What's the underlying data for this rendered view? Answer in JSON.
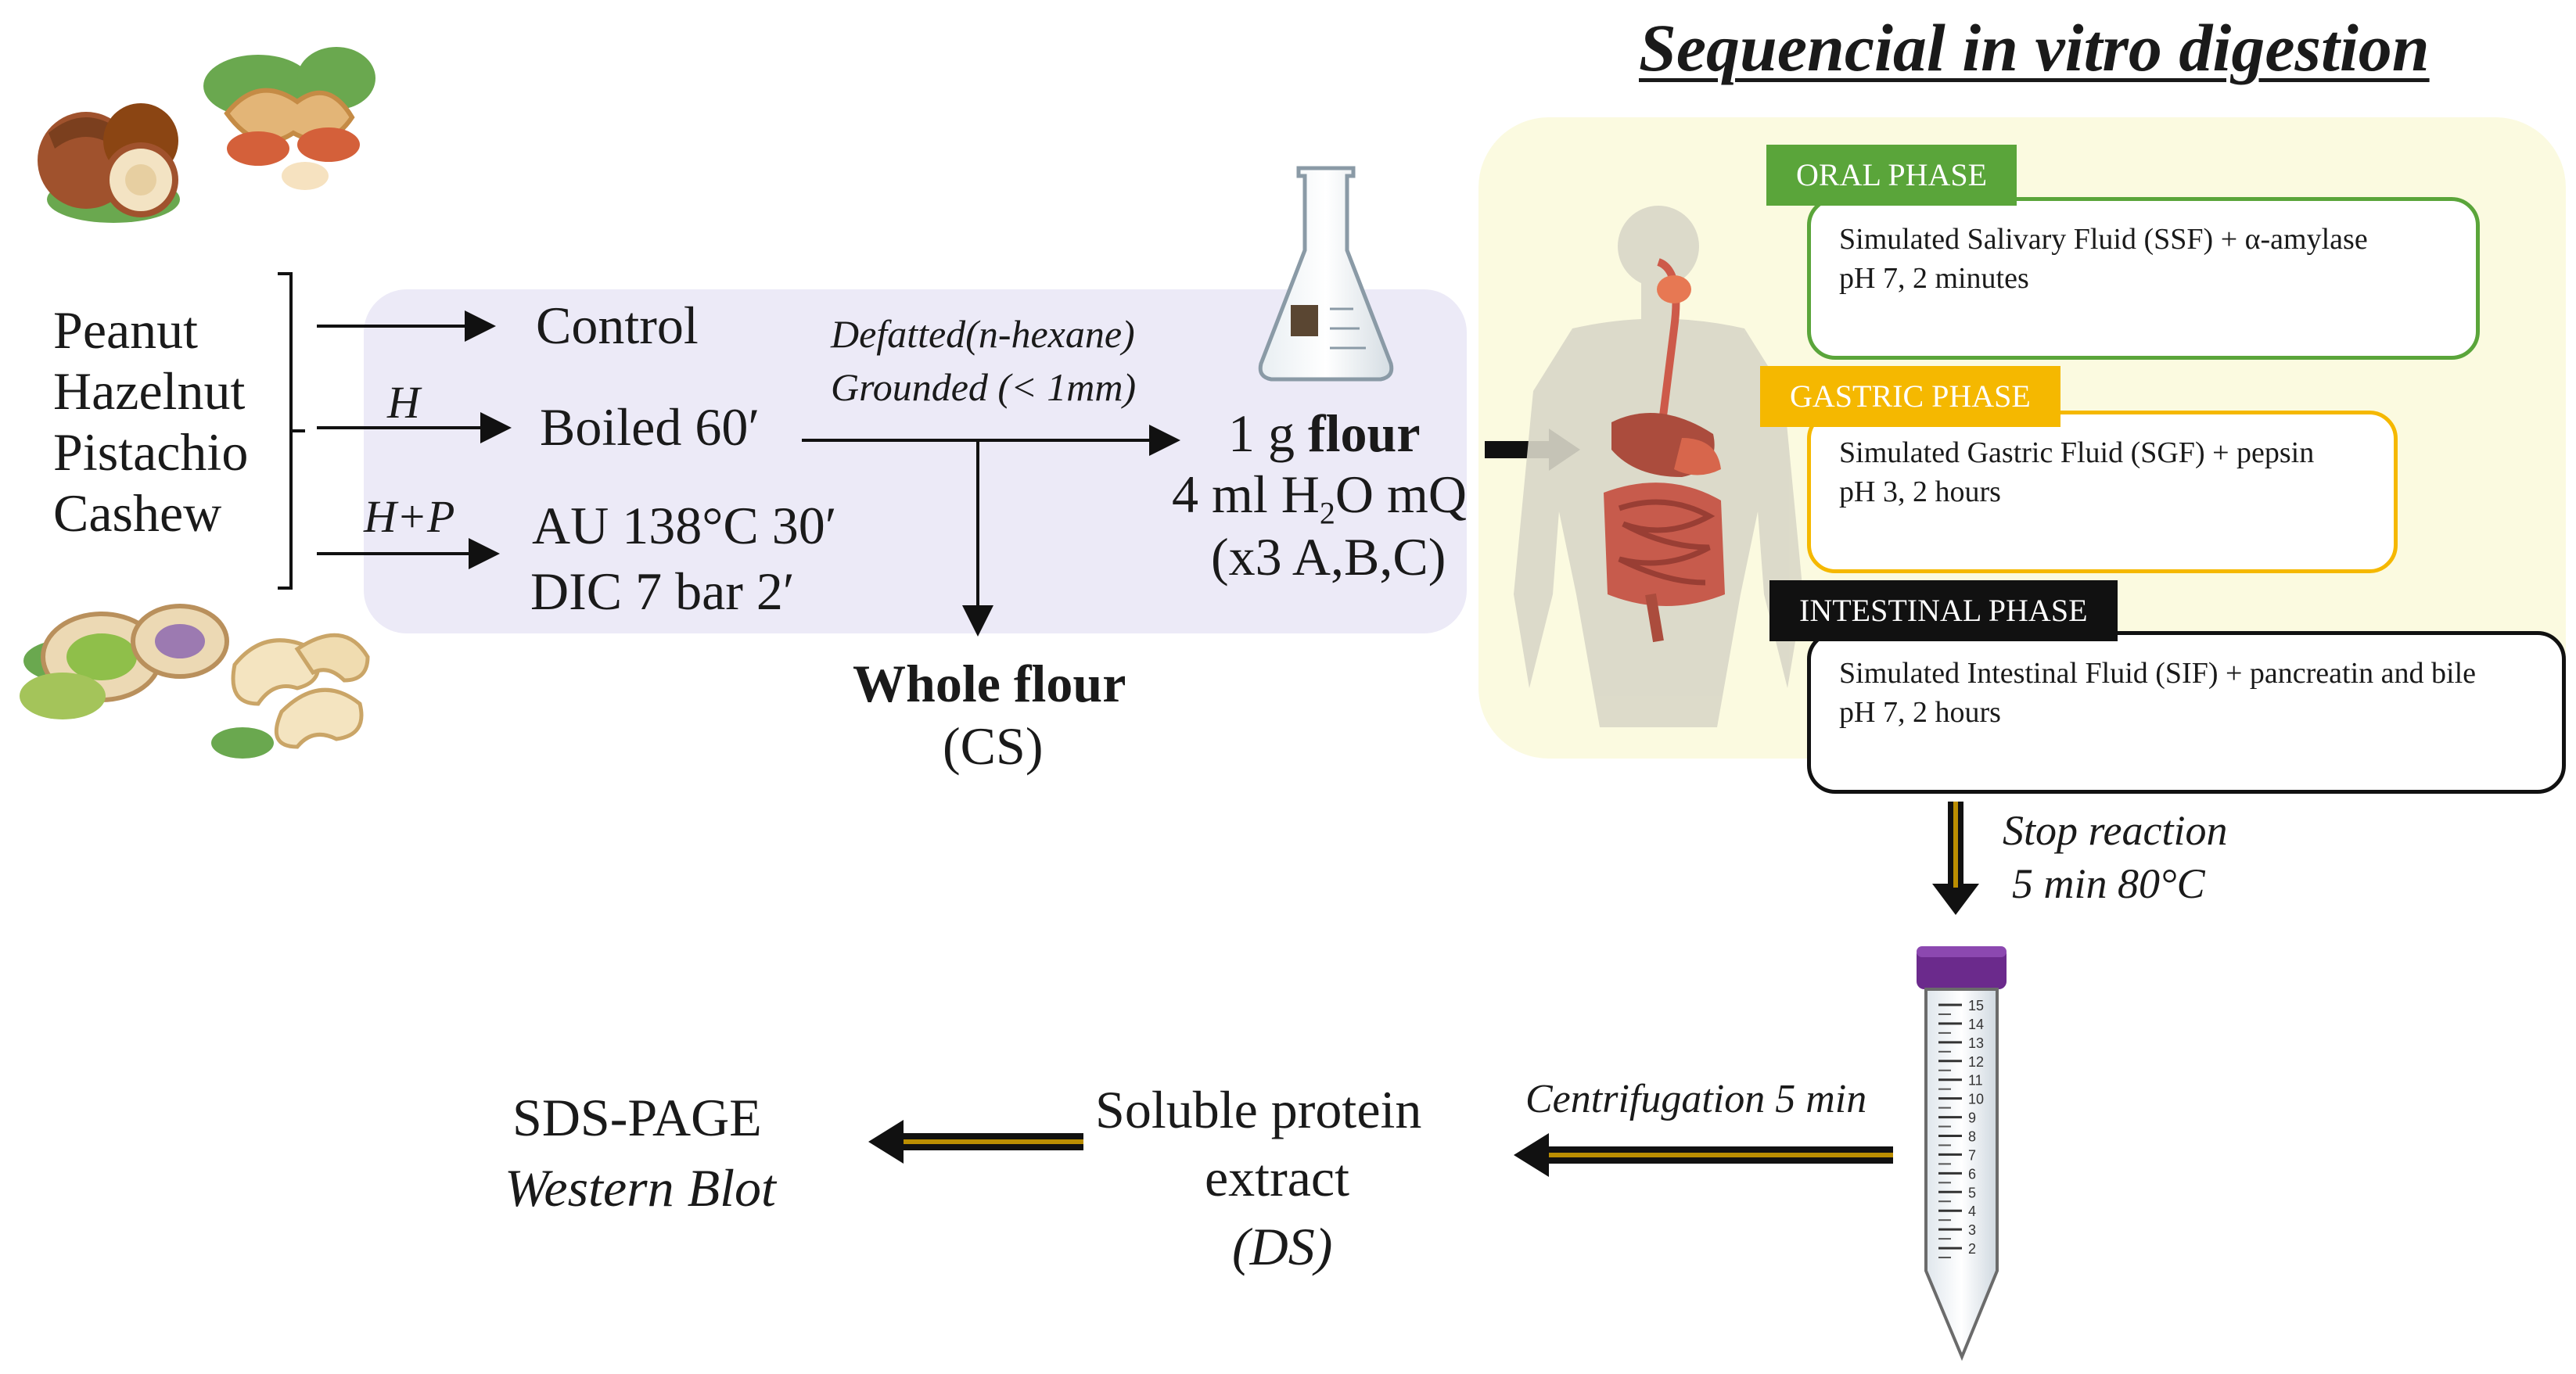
{
  "title": "Sequencial in vitro digestion",
  "nuts": [
    "Peanut",
    "Hazelnut",
    "Pistachio",
    "Cashew"
  ],
  "treatments": {
    "control": "Control",
    "h_label": "H",
    "boiled": "Boiled 60′",
    "hp_label": "H+P",
    "au": "AU 138°C 30′",
    "dic": "DIC 7 bar 2′"
  },
  "process_note": [
    "Defatted(n-hexane)",
    "Grounded (< 1mm)"
  ],
  "whole_flour": {
    "line1": "Whole flour",
    "line2": "(CS)"
  },
  "sample": {
    "amount": "1 g",
    "flour": "flour",
    "water_pre": "4 ml H",
    "water_sub": "2",
    "water_post": "O mQ",
    "replicates": "(x3 A,B,C)"
  },
  "phases": [
    {
      "tab": "ORAL PHASE",
      "color": "#5aa53a",
      "lines": [
        "Simulated Salivary Fluid (SSF) + α-amylase",
        "pH 7, 2 minutes"
      ]
    },
    {
      "tab": "GASTRIC PHASE",
      "color": "#f5b800",
      "lines": [
        "Simulated Gastric Fluid (SGF) + pepsin",
        "pH 3, 2 hours"
      ]
    },
    {
      "tab": "INTESTINAL PHASE",
      "color": "#111111",
      "lines": [
        "Simulated Intestinal Fluid (SIF) + pancreatin and bile",
        "pH 7, 2 hours"
      ]
    }
  ],
  "stop": {
    "line1": "Stop reaction",
    "line2": "5 min  80°C"
  },
  "centrifugation": "Centrifugation 5 min",
  "extract": {
    "line1": "Soluble protein",
    "line2": "extract",
    "line3": "(DS)"
  },
  "analysis": {
    "line1": "SDS-PAGE",
    "line2": "Western Blot"
  },
  "tube_ticks": [
    "15",
    "14",
    "13",
    "12",
    "11",
    "10",
    "9",
    "8",
    "7",
    "6",
    "5",
    "4",
    "3",
    "2"
  ],
  "colors": {
    "panel": "#eceaf7",
    "digestion_bg": "#fbfae0",
    "arrow_gold": "#d9a400",
    "tube_cap": "#6b2a8c"
  }
}
